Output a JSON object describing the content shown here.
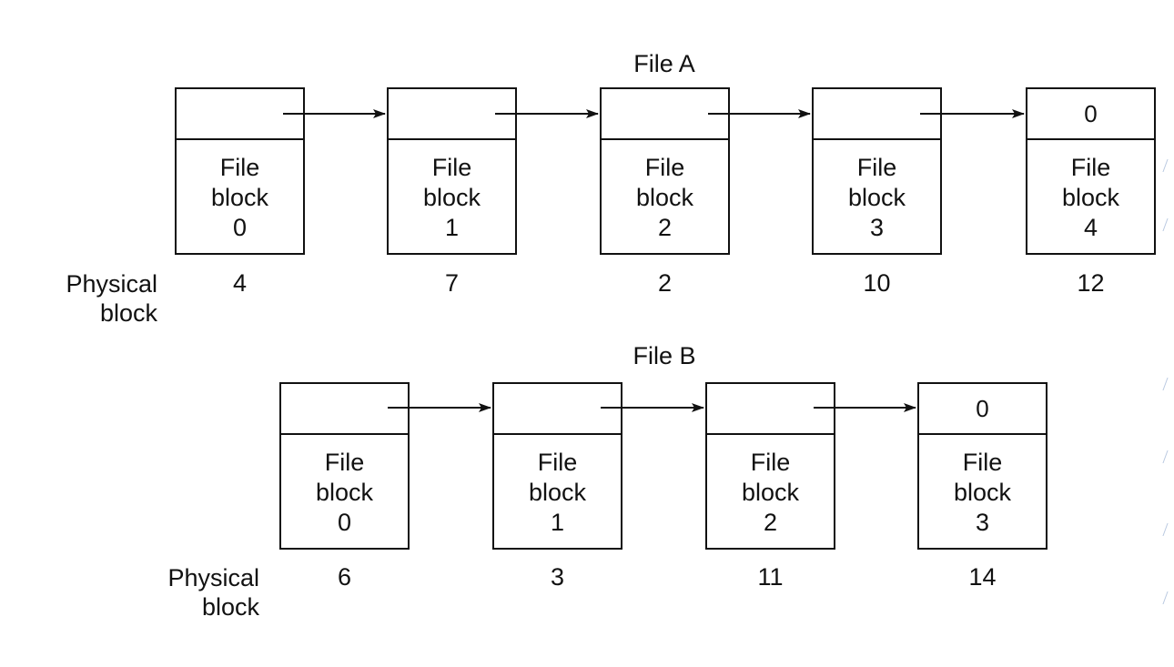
{
  "file_a": {
    "title": "File A",
    "physical_label_line1": "Physical",
    "physical_label_line2": "block",
    "blocks": [
      {
        "pointer": "",
        "line1": "File",
        "line2": "block",
        "line3": "0",
        "physical": "4"
      },
      {
        "pointer": "",
        "line1": "File",
        "line2": "block",
        "line3": "1",
        "physical": "7"
      },
      {
        "pointer": "",
        "line1": "File",
        "line2": "block",
        "line3": "2",
        "physical": "2"
      },
      {
        "pointer": "",
        "line1": "File",
        "line2": "block",
        "line3": "3",
        "physical": "10"
      },
      {
        "pointer": "0",
        "line1": "File",
        "line2": "block",
        "line3": "4",
        "physical": "12"
      }
    ]
  },
  "file_b": {
    "title": "File B",
    "physical_label_line1": "Physical",
    "physical_label_line2": "block",
    "blocks": [
      {
        "pointer": "",
        "line1": "File",
        "line2": "block",
        "line3": "0",
        "physical": "6"
      },
      {
        "pointer": "",
        "line1": "File",
        "line2": "block",
        "line3": "1",
        "physical": "3"
      },
      {
        "pointer": "",
        "line1": "File",
        "line2": "block",
        "line3": "2",
        "physical": "11"
      },
      {
        "pointer": "0",
        "line1": "File",
        "line2": "block",
        "line3": "3",
        "physical": "14"
      }
    ]
  }
}
